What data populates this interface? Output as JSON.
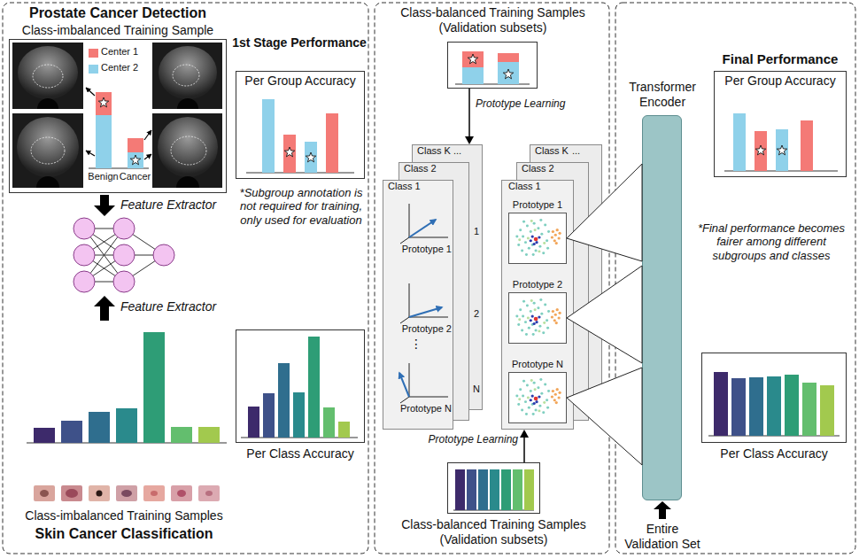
{
  "diagram": {
    "nodes": [
      {
        "text": [
          "Class-imbalanced Training Sample"
        ]
      },
      {
        "text": [
          "Per Group Accuracy"
        ]
      },
      {
        "text": [
          "Per Class Accuracy"
        ]
      },
      {
        "text": [
          "Class-balanced Training Samples (Validation subsets)"
        ]
      },
      {
        "text": [
          "Class K"
        ]
      },
      {
        "text": [
          "Class 2"
        ]
      },
      {
        "text": [
          "Class 1",
          "Prototype 1",
          "Prototype 2",
          "Prototype N"
        ]
      },
      {
        "text": [
          "Class K"
        ]
      },
      {
        "text": [
          "Class 2"
        ]
      },
      {
        "text": [
          "Class 1"
        ]
      },
      {
        "text": [
          "Prototype 1"
        ],
        "in": 9
      },
      {
        "text": [
          "Prototype 2"
        ],
        "in": 9
      },
      {
        "text": [
          "Prototype N"
        ],
        "in": 9
      },
      {
        "text": [
          "Class-balanced Training Samples (Validation subsets)"
        ]
      },
      {
        "text": [
          "Per Group Accuracy"
        ]
      },
      {
        "text": [
          "Transformer Encoder"
        ]
      },
      {
        "text": [
          "Per Class Accuracy"
        ]
      }
    ],
    "edges": [
      {
        "from": 3,
        "to": 4,
        "arrow": "to",
        "label": "Prototype Learning"
      },
      {
        "from": 13,
        "to": 9,
        "arrow": "to",
        "label": "Prototype Learning"
      },
      {
        "from": 10,
        "to": 15,
        "arrow": "none"
      },
      {
        "from": 11,
        "to": 15,
        "arrow": "none"
      },
      {
        "from": 12,
        "to": 15,
        "arrow": "none"
      }
    ],
    "labels": [
      "Prostate Cancer Detection",
      "Benign",
      "Cancer",
      "1st Stage Performance",
      "*Subgroup annotation is not required for training, only used for evaluation",
      "Feature Extractor",
      "Feature Extractor",
      "Class-imbalanced Training Samples",
      "Skin Cancer Classification",
      "...",
      "1",
      "2",
      "N",
      "⋮",
      "...",
      "Final Performance",
      "*Final performance becomes fairer among different subgroups and classes",
      "Entire Validation Set"
    ],
    "legend": [
      {
        "text": "Center 1",
        "color": "#f47a76"
      },
      {
        "text": "Center 2",
        "color": "#8fd1ea"
      }
    ]
  }
}
